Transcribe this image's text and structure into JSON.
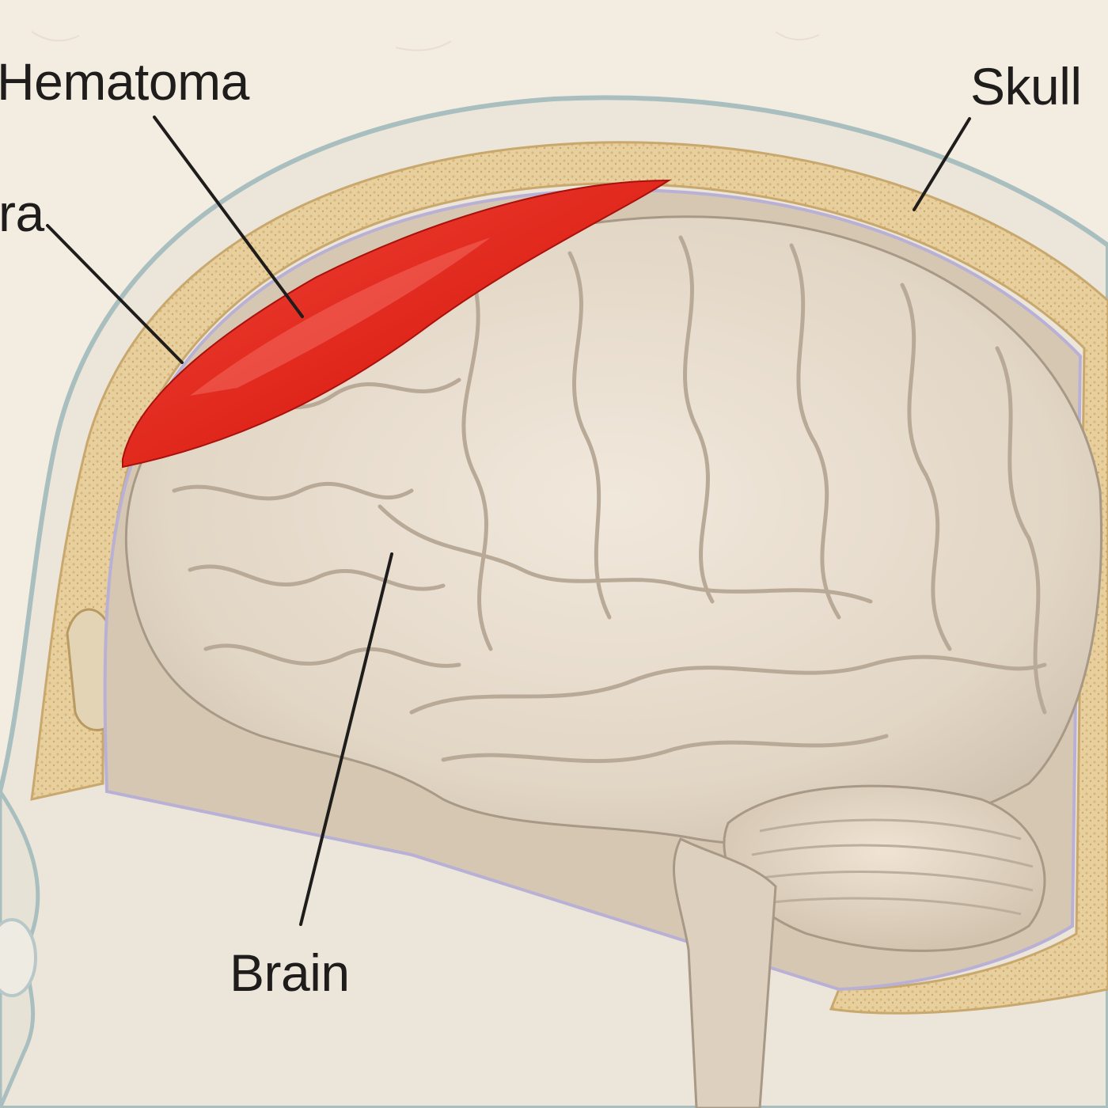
{
  "labels": {
    "hematoma": "Hematoma",
    "dura": "ra",
    "skull": "Skull",
    "brain": "Brain"
  },
  "colors": {
    "background": "#f3ece1",
    "skin_outline": "#a9bfbf",
    "skull_bone": "#e8cf9e",
    "dura": "#b9b0d6",
    "hematoma": "#e0261b",
    "brain": "#e6dbcb",
    "brain_fold": "#b9aa98",
    "leader_line": "#1f1d1b"
  }
}
